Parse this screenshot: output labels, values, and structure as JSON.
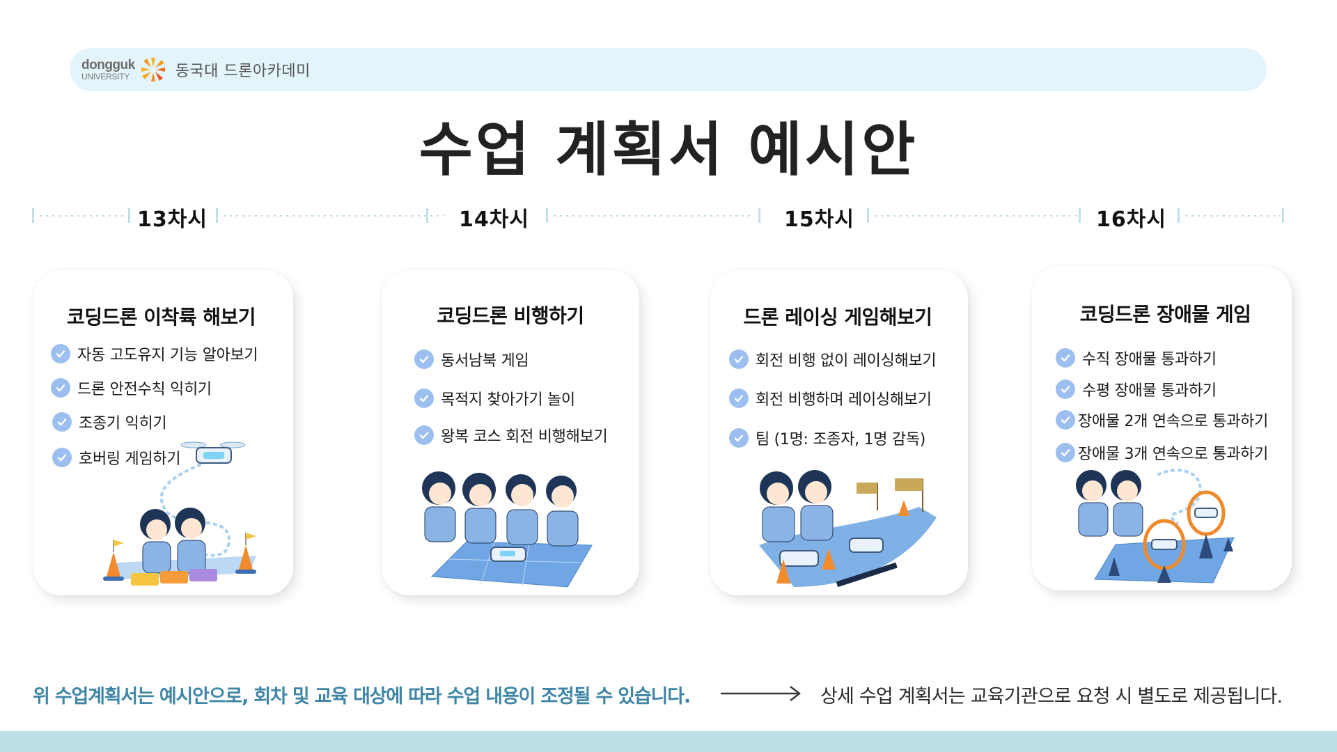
{
  "header": {
    "logo_line1": "dongguk",
    "logo_line2": "UNIVERSITY",
    "academy_name": "동국대 드론아카데미"
  },
  "title": "수업 계획서 예시안",
  "timeline": {
    "sessions": [
      "13차시",
      "14차시",
      "15차시",
      "16차시"
    ]
  },
  "cards": [
    {
      "session": "13차시",
      "title": "코딩드론 이착륙 해보기",
      "items": [
        "자동 고도유지 기능 알아보기",
        "드론 안전수칙 익히기",
        "조종기 익히기",
        "호버링 게임하기"
      ],
      "illustration": "two students controlling a hovering drone with cones and coding arrow blocks"
    },
    {
      "session": "14차시",
      "title": "코딩드론 비행하기",
      "items": [
        "동서남북 게임",
        "목적지 찾아가기 놀이",
        "왕복 코스 회전 비행해보기"
      ],
      "illustration": "four students with controllers around a drone on a compass grid mat"
    },
    {
      "session": "15차시",
      "title": "드론 레이싱 게임해보기",
      "items": [
        "회전 비행 없이 레이싱해보기",
        "회전 비행하며 레이싱해보기",
        "팀 (1명: 조종자, 1명 감독)"
      ],
      "illustration": "two students racing drones on a track with cones and checkered flags"
    },
    {
      "session": "16차시",
      "title": "코딩드론 장애물 게임",
      "items": [
        "수직 장애물 통과하기",
        "수평 장애물 통과하기",
        "장애물 2개 연속으로 통과하기",
        "장애물 3개 연속으로 통과하기"
      ],
      "illustration": "two students flying drones through orange ring obstacles"
    }
  ],
  "footer": {
    "note": "위 수업계획서는 예시안으로, 회차 및 교육 대상에 따라 수업 내용이 조정될 수 있습니다.",
    "detail": "상세 수업 계획서는 교육기관으로 요청 시 별도로 제공됩니다."
  },
  "colors": {
    "header_bg": "#e3f4fa",
    "accent_text": "#3f85a6",
    "check_icon": "#9dbff0",
    "timeline_dots": "#b9dbe6",
    "bottom_band": "#bddfe6"
  }
}
